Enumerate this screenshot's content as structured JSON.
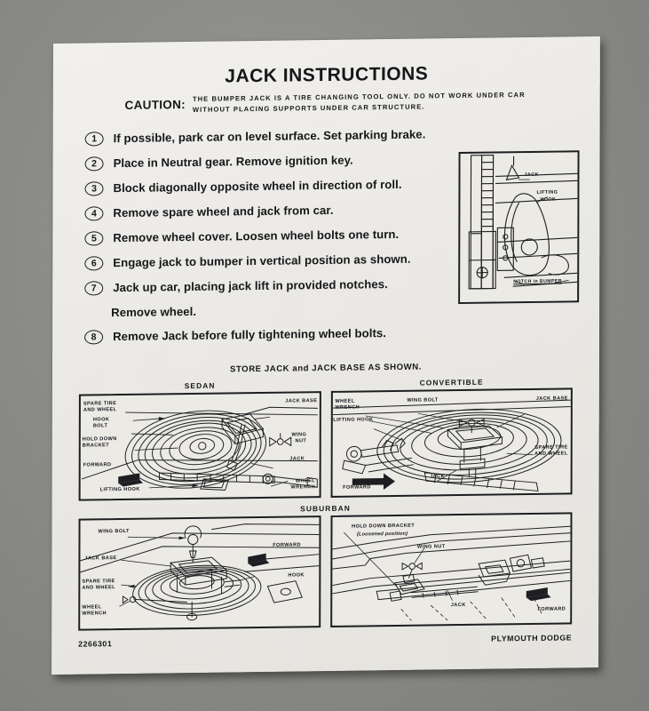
{
  "document": {
    "title": "JACK INSTRUCTIONS",
    "caution_label": "CAUTION:",
    "caution_text": "THE BUMPER JACK IS A TIRE CHANGING TOOL ONLY. DO NOT WORK UNDER CAR WITHOUT PLACING SUPPORTS UNDER CAR STRUCTURE.",
    "store_heading": "STORE JACK and JACK BASE AS SHOWN.",
    "part_number": "2266301",
    "brand": "PLYMOUTH DODGE",
    "paper_color": "#eceae5",
    "ink_color": "#16171a",
    "background_color": "#8b8b89"
  },
  "steps": [
    {
      "num": "1",
      "text": "If possible, park car on level surface. Set parking brake."
    },
    {
      "num": "2",
      "text": "Place in Neutral gear. Remove ignition key."
    },
    {
      "num": "3",
      "text": "Block diagonally opposite wheel in direction of roll."
    },
    {
      "num": "4",
      "text": "Remove spare wheel and jack from car."
    },
    {
      "num": "5",
      "text": "Remove wheel cover. Loosen wheel bolts one turn."
    },
    {
      "num": "6",
      "text": "Engage jack to bumper in vertical position as shown."
    },
    {
      "num": "7",
      "text": "Jack up car, placing jack lift in provided notches."
    },
    {
      "num": "8",
      "text": "Remove Jack before fully tightening wheel bolts."
    }
  ],
  "step7_continuation": "Remove wheel.",
  "bumper_diagram": {
    "name": "jack-engaged-to-bumper",
    "labels": {
      "jack": "JACK",
      "lifting_hook_l1": "LIFTING",
      "lifting_hook_l2": "HOOK",
      "notch": "NOTCH in BUMPER"
    }
  },
  "panels": {
    "sedan": {
      "heading": "SEDAN",
      "labels": {
        "spare_l1": "SPARE TIRE",
        "spare_l2": "AND WHEEL",
        "hook_l1": "HOOK",
        "hook_l2": "BOLT",
        "hold_l1": "HOLD DOWN",
        "hold_l2": "BRACKET",
        "forward": "FORWARD",
        "lifting_hook": "LIFTING HOOK",
        "jack_base": "JACK BASE",
        "wing_l1": "WING",
        "wing_l2": "NUT",
        "jack": "JACK",
        "wheel_l1": "WHEEL",
        "wheel_l2": "WRENCH"
      }
    },
    "convertible": {
      "heading": "CONVERTIBLE",
      "labels": {
        "wheel_l1": "WHEEL",
        "wheel_l2": "WRENCH",
        "lifting_hook": "LIFTING HOOK",
        "wing_bolt": "WING BOLT",
        "jack_base": "JACK BASE",
        "spare_l1": "SPARE TIRE",
        "spare_l2": "AND WHEEL",
        "jack": "JACK",
        "forward": "FORWARD"
      }
    },
    "suburban": {
      "heading": "SUBURBAN",
      "left_labels": {
        "wing_bolt": "WING BOLT",
        "jack_base": "JACK BASE",
        "spare_l1": "SPARE TIRE",
        "spare_l2": "AND WHEEL",
        "wheel_l1": "WHEEL",
        "wheel_l2": "WRENCH",
        "forward": "FORWARD",
        "hook": "HOOK"
      },
      "right_labels": {
        "hold_bracket": "HOLD DOWN BRACKET",
        "hold_sub": "(Loosened position)",
        "wing_nut": "WING NUT",
        "jack": "JACK",
        "forward": "FORWARD"
      }
    }
  }
}
